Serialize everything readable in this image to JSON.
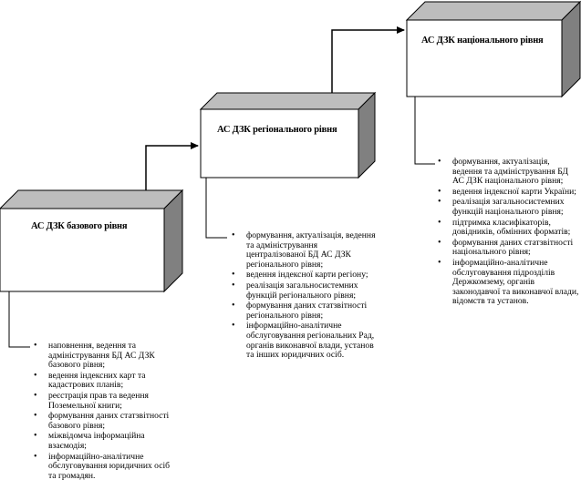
{
  "levels": [
    {
      "title": "АС ДЗК базового рівня",
      "items": [
        "наповнення, ведення та адміністрування БД АС ДЗК базового рівня;",
        "ведення індексних карт та кадастрових планів;",
        "реєстрація прав та ведення Поземельної книги;",
        "формування даних статзвітності базового рівня;",
        "міжвідомча інформаційна взаємодія;",
        "інформаційно-аналітичне обслуговування юридичних осіб та громадян."
      ]
    },
    {
      "title": "АС ДЗК регіонального рівня",
      "items": [
        "формування, актуалізація, ведення та адміністрування централізованої БД АС ДЗК регіонального рівня;",
        "ведення індексної карти регіону;",
        "реалізація загальносистемних функцій регіонального рівня;",
        "формування даних статзвітності регіонального рівня;",
        "інформаційно-аналітичне обслуговування регіональних Рад, органів виконавчої влади, установ та інших юридичних осіб."
      ]
    },
    {
      "title": "АС ДЗК національного рівня",
      "items": [
        "формування, актуалізація, ведення та адміністрування БД АС ДЗК національного рівня;",
        "ведення індексної карти України;",
        "реалізація загальносистемних функцій національного рівня;",
        "підтримка класифікаторів, довідників, обмінних форматів;",
        "формування даних статзвітності національного рівня;",
        "інформаційно-аналітичне обслуговування підрозділів Держкомзему, органів законодавчої та виконавчої влади, відомств та установ."
      ]
    }
  ]
}
